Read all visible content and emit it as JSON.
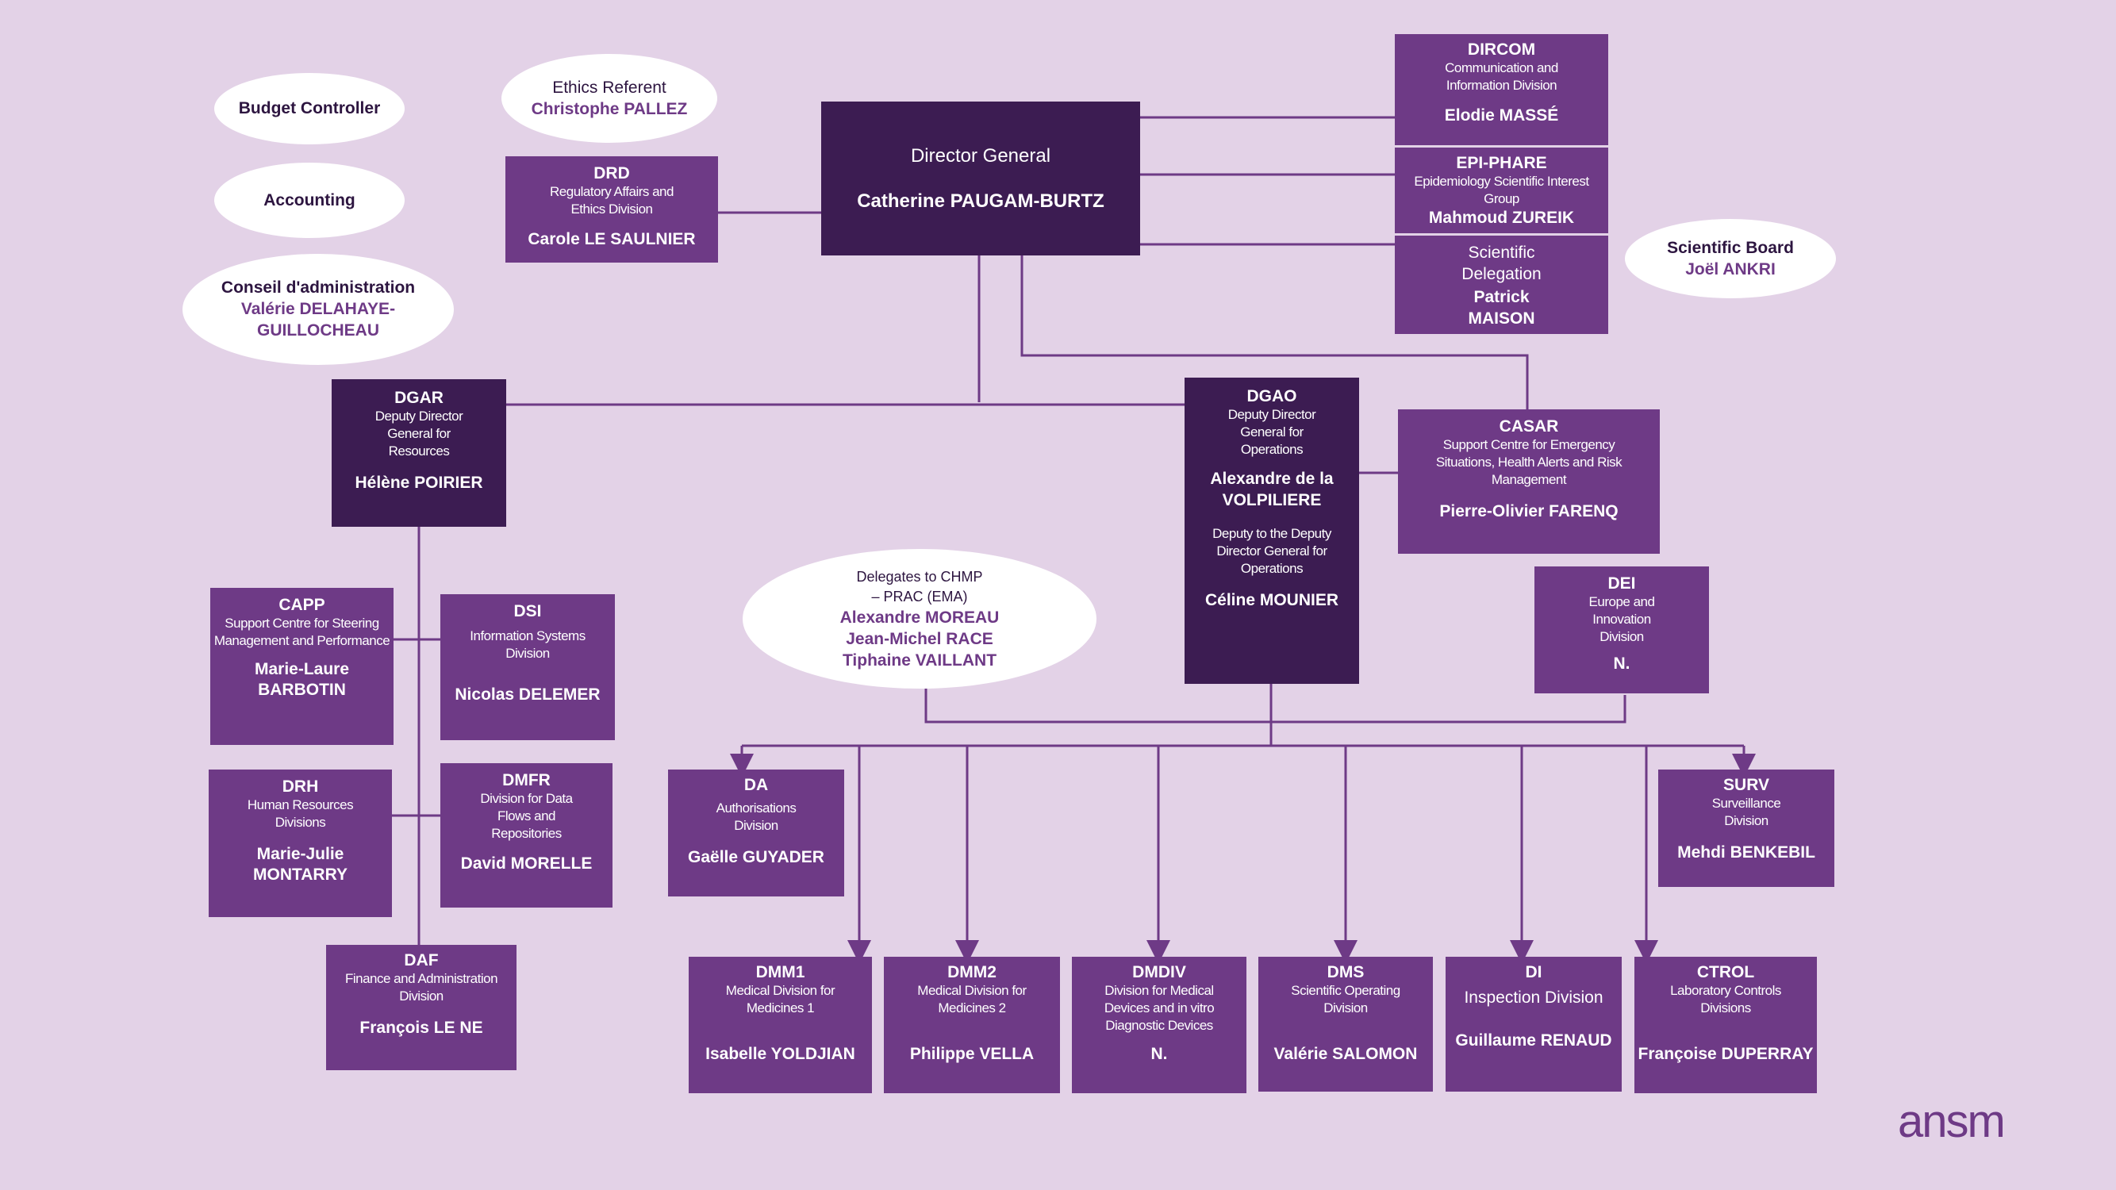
{
  "colors": {
    "background": "#e3d2e7",
    "dark_box": "#3c1c52",
    "mid_box": "#6e3a86",
    "line": "#6e3a86"
  },
  "director": {
    "title": "Director General",
    "name": "Catherine PAUGAM-BURTZ"
  },
  "budget": {
    "title": "Budget Controller"
  },
  "accounting": {
    "title": "Accounting"
  },
  "conseil": {
    "title": "Conseil d'administration",
    "name": "Valérie DELAHAYE-GUILLOCHEAU"
  },
  "ethics": {
    "title": "Ethics Referent",
    "name": "Christophe PALLEZ"
  },
  "drd": {
    "code": "DRD",
    "desc": "Regulatory Affairs and Ethics Division",
    "name": "Carole LE SAULNIER"
  },
  "dircom": {
    "code": "DIRCOM",
    "desc": "Communication and Information Division",
    "name": "Elodie MASSÉ"
  },
  "epiphare": {
    "code": "EPI-PHARE",
    "desc": "Epidemiology Scientific Interest Group",
    "name": "Mahmoud ZUREIK"
  },
  "scidel": {
    "desc": "Scientific Delegation",
    "name": "Patrick MAISON"
  },
  "sciboard": {
    "title": "Scientific Board",
    "name": "Joël ANKRI"
  },
  "dgar": {
    "code": "DGAR",
    "desc": "Deputy Director General for Resources",
    "name": "Hélène POIRIER"
  },
  "dgao": {
    "code": "DGAO",
    "desc": "Deputy Director General for Operations",
    "name": "Alexandre de la VOLPILIERE",
    "desc2": "Deputy to the Deputy Director General for Operations",
    "name2": "Céline MOUNIER"
  },
  "casar": {
    "code": "CASAR",
    "desc": "Support Centre for Emergency Situations, Health Alerts and Risk Management",
    "name": "Pierre-Olivier FARENQ"
  },
  "dei": {
    "code": "DEI",
    "desc": "Europe and Innovation Division",
    "name": "N."
  },
  "delegates": {
    "title": "Delegates to CHMP – PRAC (EMA)",
    "names": [
      "Alexandre MOREAU",
      "Jean-Michel RACE",
      "Tiphaine VAILLANT"
    ]
  },
  "capp": {
    "code": "CAPP",
    "desc": "Support Centre for Steering Management and Performance",
    "name": "Marie-Laure BARBOTIN"
  },
  "dsi": {
    "code": "DSI",
    "desc": "Information Systems Division",
    "name": "Nicolas DELEMER"
  },
  "drh": {
    "code": "DRH",
    "desc": "Human Resources Divisions",
    "name": "Marie-Julie MONTARRY"
  },
  "dmfr": {
    "code": "DMFR",
    "desc": "Division for Data Flows and Repositories",
    "name": "David MORELLE"
  },
  "daf": {
    "code": "DAF",
    "desc": "Finance and Administration Division",
    "name": "François LE NE"
  },
  "da": {
    "code": "DA",
    "desc": "Authorisations Division",
    "name": "Gaëlle GUYADER"
  },
  "surv": {
    "code": "SURV",
    "desc": "Surveillance Division",
    "name": "Mehdi BENKEBIL"
  },
  "dmm1": {
    "code": "DMM1",
    "desc": "Medical Division for Medicines 1",
    "name": "Isabelle YOLDJIAN"
  },
  "dmm2": {
    "code": "DMM2",
    "desc": "Medical Division for Medicines 2",
    "name": "Philippe VELLA"
  },
  "dmdiv": {
    "code": "DMDIV",
    "desc": "Division for Medical Devices and in vitro Diagnostic Devices",
    "name": "N."
  },
  "dms": {
    "code": "DMS",
    "desc": "Scientific Operating Division",
    "name": "Valérie SALOMON"
  },
  "di": {
    "code": "DI",
    "desc": "Inspection Division",
    "name": "Guillaume RENAUD"
  },
  "ctrol": {
    "code": "CTROL",
    "desc": "Laboratory Controls Divisions",
    "name": "Françoise DUPERRAY"
  },
  "logo": {
    "text": "ansm"
  }
}
